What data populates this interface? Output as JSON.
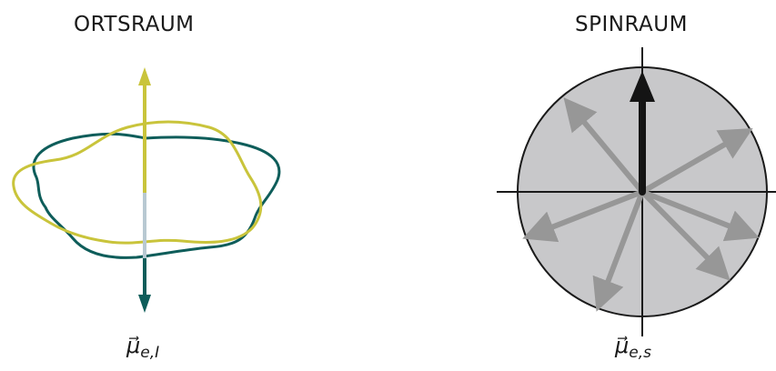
{
  "left_panel": {
    "title": "ORTSRAUM",
    "label_symbol": "μ⃗",
    "label_subscript": "e,I",
    "colors": {
      "yellow": "#c9c43b",
      "teal": "#0e5d5a",
      "pale": "#b8c9d2"
    }
  },
  "right_panel": {
    "title": "SPINRAUM",
    "label_symbol": "μ⃗",
    "label_subscript": "e,s",
    "colors": {
      "disc": "#c8c8ca",
      "arrow_gray": "#979797",
      "arrow_black": "#141414",
      "outline": "#1a1a1a"
    }
  }
}
